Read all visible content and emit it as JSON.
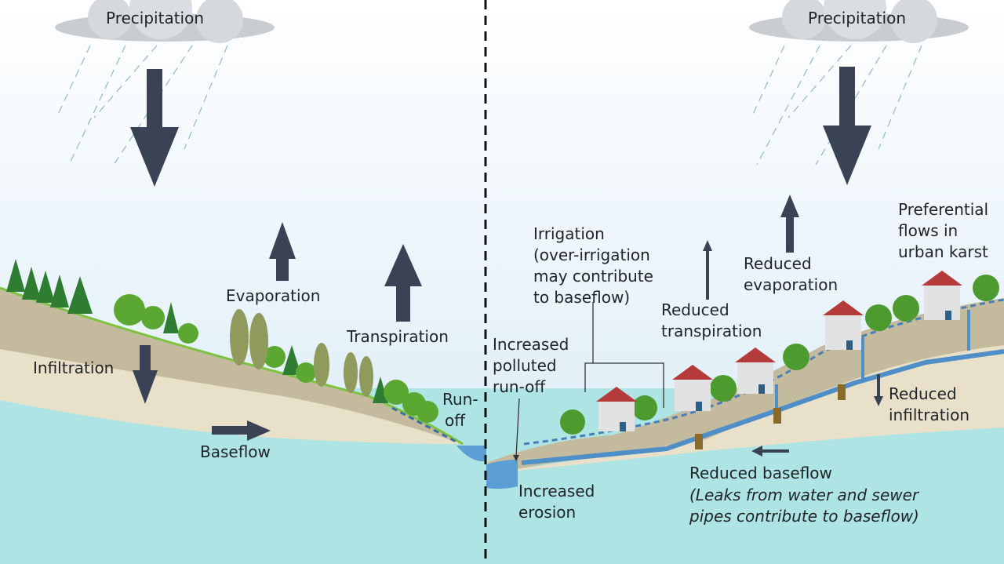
{
  "left": {
    "precipitation": "Precipitation",
    "evaporation": "Evaporation",
    "transpiration": "Transpiration",
    "infiltration": "Infiltration",
    "baseflow": "Baseflow",
    "runoff_line1": "Run-",
    "runoff_line2": "off"
  },
  "right": {
    "precipitation": "Precipitation",
    "increased_runoff": [
      "Increased",
      "polluted",
      "run-off"
    ],
    "irrigation": [
      "Irrigation",
      "(over-irrigation",
      "may contribute",
      "to baseflow)"
    ],
    "reduced_transpiration": [
      "Reduced",
      "transpiration"
    ],
    "reduced_evaporation": [
      "Reduced",
      "evaporation"
    ],
    "preferential_flows": [
      "Preferential",
      "flows in",
      "urban karst"
    ],
    "reduced_infiltration": [
      "Reduced",
      "infiltration"
    ],
    "increased_erosion": [
      "Increased",
      "erosion"
    ],
    "reduced_baseflow": "Reduced baseflow",
    "leaks_note": [
      "(Leaks from water and sewer",
      "pipes contribute to baseflow)"
    ]
  },
  "colors": {
    "sky_top": "#ffffff",
    "sky_bottom": "#d4e8f4",
    "groundwater": "#aee4e4",
    "soil_top": "#c9c1a6",
    "soil_bottom": "#e8dfca",
    "grass": "#7ec242",
    "arrow": "#3a4356",
    "pipe": "#4f8fc8",
    "stream": "#5b9ed4",
    "roof": "#b53a3a",
    "house": "#e2e2e2",
    "tree_dark": "#2e7d32",
    "tree_light": "#5aa832",
    "leak_post": "#8a6a2a",
    "divider": "#111111"
  }
}
